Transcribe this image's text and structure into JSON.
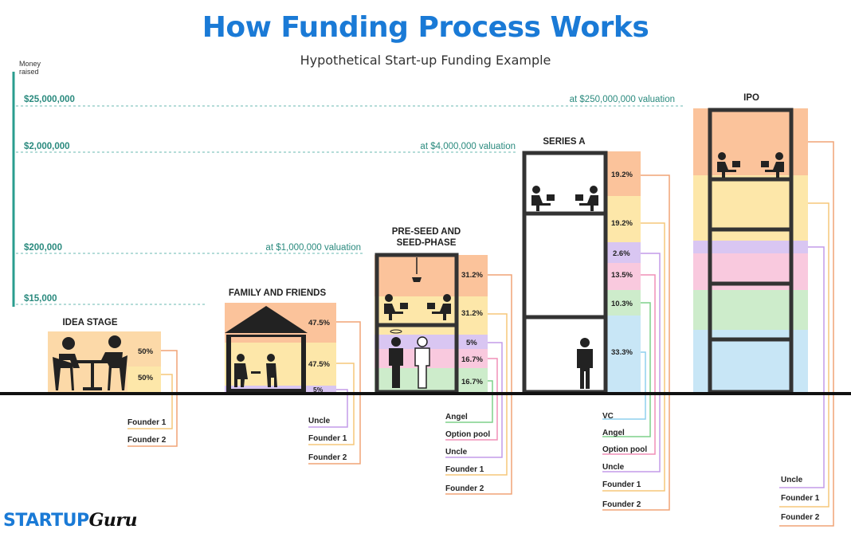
{
  "title": "How Funding Process Works",
  "subtitle": "Hypothetical Start-up Funding Example",
  "axis_label": "Money raised",
  "logo": {
    "main": "STARTUP",
    "script": "Guru"
  },
  "levels": [
    {
      "amount": "$25,000,000",
      "valuation": "at $250,000,000 valuation"
    },
    {
      "amount": "$2,000,000",
      "valuation": "at $4,000,000 valuation"
    },
    {
      "amount": "$200,000",
      "valuation": "at $1,000,000 valuation"
    },
    {
      "amount": "$15,000",
      "valuation": ""
    }
  ],
  "stages": [
    {
      "name": "IDEA STAGE",
      "slices": [
        {
          "holder": "Founder 1",
          "pct": "50%",
          "color": "#fcd9a8"
        },
        {
          "holder": "Founder 2",
          "pct": "50%",
          "color": "#fde7a9"
        }
      ],
      "legend_order": [
        "Founder 1",
        "Founder 2"
      ]
    },
    {
      "name": "FAMILY AND FRIENDS",
      "slices": [
        {
          "holder": "Founder 1",
          "pct": "47.5%",
          "color": "#fbc39b"
        },
        {
          "holder": "Founder 2",
          "pct": "47.5%",
          "color": "#fde7a9"
        },
        {
          "holder": "Uncle",
          "pct": "5%",
          "color": "#d9c6f2"
        }
      ],
      "legend_order": [
        "Uncle",
        "Founder 1",
        "Founder 2"
      ]
    },
    {
      "name": "PRE-SEED AND SEED-PHASE",
      "slices": [
        {
          "holder": "Founder 2",
          "pct": "31.2%",
          "color": "#fbc39b"
        },
        {
          "holder": "Founder 1",
          "pct": "31.2%",
          "color": "#fde7a9"
        },
        {
          "holder": "Uncle",
          "pct": "5%",
          "color": "#d9c6f2"
        },
        {
          "holder": "Option pool",
          "pct": "16.7%",
          "color": "#f9c9de"
        },
        {
          "holder": "Angel",
          "pct": "16.7%",
          "color": "#cdeccb"
        }
      ],
      "legend_order": [
        "Angel",
        "Option pool",
        "Uncle",
        "Founder 1",
        "Founder 2"
      ]
    },
    {
      "name": "SERIES A",
      "slices": [
        {
          "holder": "Founder 2",
          "pct": "19.2%",
          "color": "#fbc39b"
        },
        {
          "holder": "Founder 1",
          "pct": "19.2%",
          "color": "#fde7a9"
        },
        {
          "holder": "Uncle",
          "pct": "2.6%",
          "color": "#d9c6f2"
        },
        {
          "holder": "Option pool",
          "pct": "13.5%",
          "color": "#f9c9de"
        },
        {
          "holder": "Angel",
          "pct": "10.3%",
          "color": "#cdeccb"
        },
        {
          "holder": "VC",
          "pct": "33.3%",
          "color": "#c8e6f6"
        }
      ],
      "legend_order": [
        "VC",
        "Angel",
        "Option pool",
        "Uncle",
        "Founder 1",
        "Founder 2"
      ]
    },
    {
      "name": "IPO",
      "slices": [
        {
          "holder": "Founder 2",
          "pct": "",
          "color": "#fbc39b"
        },
        {
          "holder": "Founder 1",
          "pct": "",
          "color": "#fde7a9"
        },
        {
          "holder": "Uncle",
          "pct": "",
          "color": "#d9c6f2"
        },
        {
          "holder": "",
          "pct": "",
          "color": "#f9c9de"
        },
        {
          "holder": "",
          "pct": "",
          "color": "#cdeccb"
        },
        {
          "holder": "",
          "pct": "",
          "color": "#c8e6f6"
        }
      ],
      "legend_order": [
        "Uncle",
        "Founder 1",
        "Founder 2"
      ]
    }
  ],
  "colors": {
    "title": "#1a7ad6",
    "axis": "#2a9d8f",
    "dark": "#222222",
    "founder1_line": "#f5c77a",
    "founder2_line": "#f0a477",
    "uncle_line": "#c39be8",
    "option_line": "#f08fb7",
    "angel_line": "#7fd08a",
    "vc_line": "#8fd0ee"
  }
}
